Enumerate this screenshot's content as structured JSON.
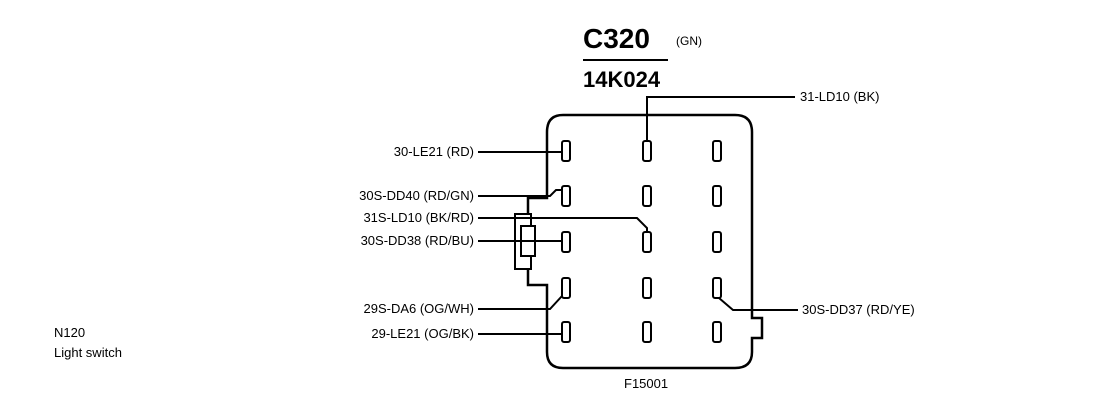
{
  "connector": {
    "id": "C320",
    "color_code": "(GN)",
    "part_number": "14K024"
  },
  "component": {
    "code": "N120",
    "name": "Light switch"
  },
  "figure_id": "F15001",
  "wires": {
    "w1": "31-LD10 (BK)",
    "w2": "30-LE21 (RD)",
    "w3": "30S-DD40 (RD/GN)",
    "w4": "31S-LD10 (BK/RD)",
    "w5": "30S-DD38 (RD/BU)",
    "w6": "29S-DA6 (OG/WH)",
    "w7": "29-LE21 (OG/BK)",
    "w8": "30S-DD37 (RD/YE)"
  }
}
